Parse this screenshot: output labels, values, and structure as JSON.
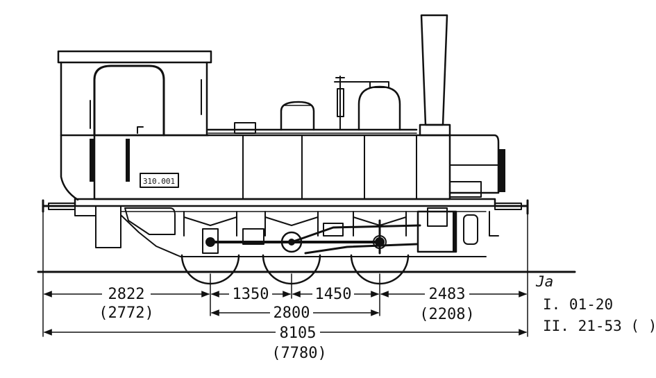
{
  "number_plate": "310.001",
  "dimensions": {
    "front_overhang": "2822",
    "front_overhang_alt": "(2772)",
    "axle_1_2": "1350",
    "axle_2_3": "1450",
    "wheelbase": "2800",
    "rear_overhang": "2483",
    "rear_overhang_alt": "(2208)",
    "total_length": "8105",
    "total_length_alt": "(7780)"
  },
  "notes": {
    "series_1": "I. 01-20",
    "series_2": "II. 21-53 ( )",
    "signature": "Ja"
  }
}
